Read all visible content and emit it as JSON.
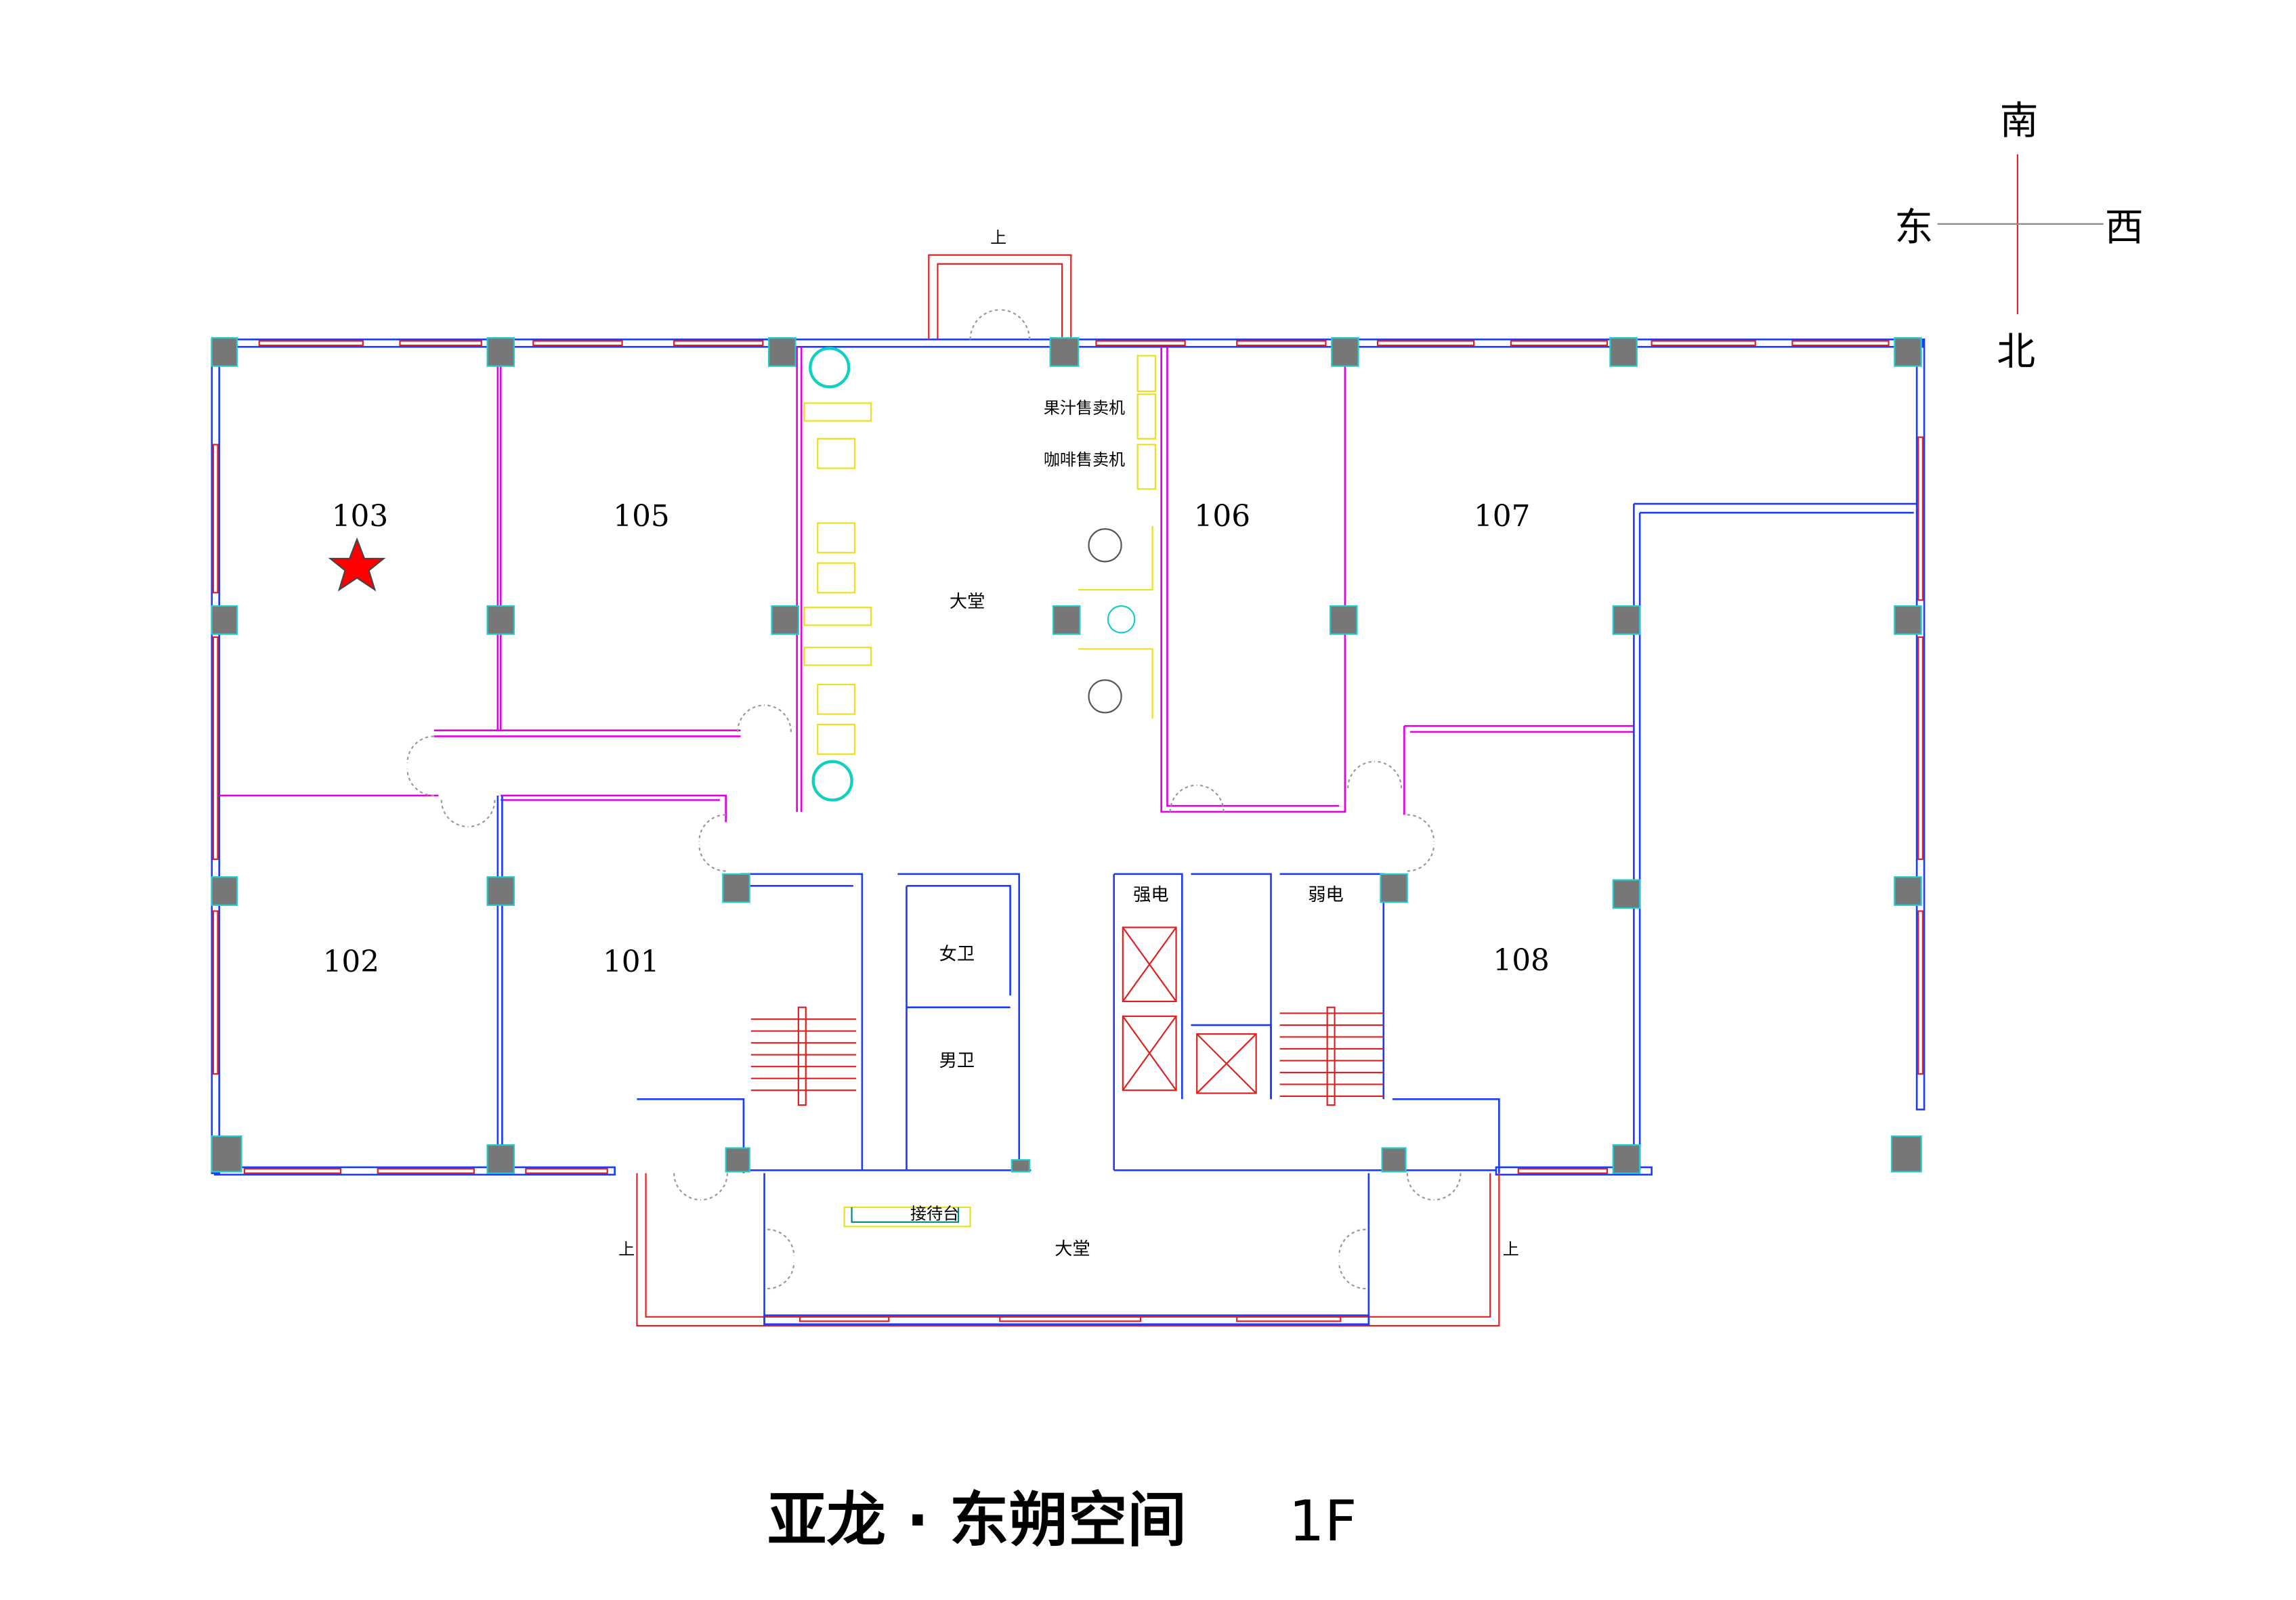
{
  "compass": {
    "south": "南",
    "east": "东",
    "west": "西",
    "north": "北"
  },
  "rooms": {
    "r103": "103",
    "r105": "105",
    "r106": "106",
    "r107": "107",
    "r102": "102",
    "r101": "101",
    "r108": "108"
  },
  "areas": {
    "lobby_upper": "大堂",
    "lobby_lower": "大堂",
    "womens_restroom": "女卫",
    "mens_restroom": "男卫",
    "strong_power": "强电",
    "weak_power": "弱电",
    "juice_vending": "果汁售卖机",
    "coffee_vending": "咖啡售卖机",
    "reception": "接待台"
  },
  "stairs": {
    "up_top": "上",
    "up_left": "上",
    "up_right": "上"
  },
  "title": {
    "name": "亚龙 · 东朔空间",
    "floor": "1F"
  },
  "colors": {
    "marker": "#ff0000",
    "wall": "#1a3cff",
    "partition": "#e000e0",
    "column": "#777777"
  }
}
